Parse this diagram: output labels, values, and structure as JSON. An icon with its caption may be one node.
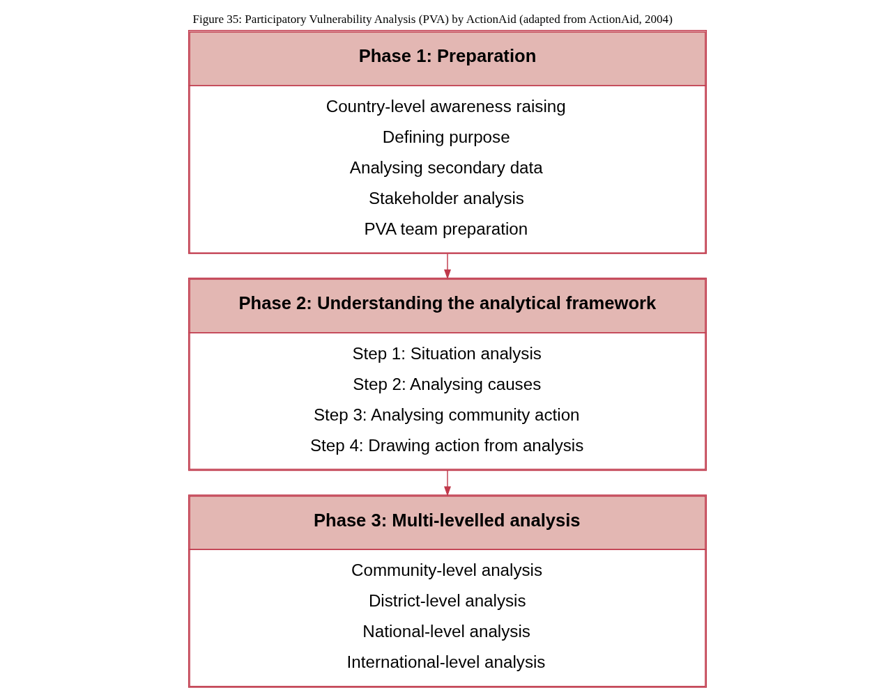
{
  "diagram": {
    "title": "Figure 35: Participatory Vulnerability Analysis (PVA) by ActionAid (adapted from ActionAid, 2004)",
    "nodes": [
      {
        "text": [
          "Phase 1: Preparation",
          "Country-level awareness raising",
          "Defining purpose",
          "Analysing secondary data",
          "Stakeholder analysis",
          "PVA team preparation"
        ]
      },
      {
        "text": [
          "Phase 2: Understanding the analytical framework",
          "Step 1: Situation analysis",
          "Step 2: Analysing causes",
          "Step 3: Analysing community action",
          "Step 4: Drawing action from analysis"
        ]
      },
      {
        "text": [
          "Phase 3: Multi-levelled analysis",
          "Community-level analysis",
          "District-level analysis",
          "National-level analysis",
          "International-level analysis"
        ]
      }
    ],
    "edges": [
      {
        "from": 0,
        "to": 1,
        "arrow": "to"
      },
      {
        "from": 1,
        "to": 2,
        "arrow": "to"
      }
    ]
  }
}
